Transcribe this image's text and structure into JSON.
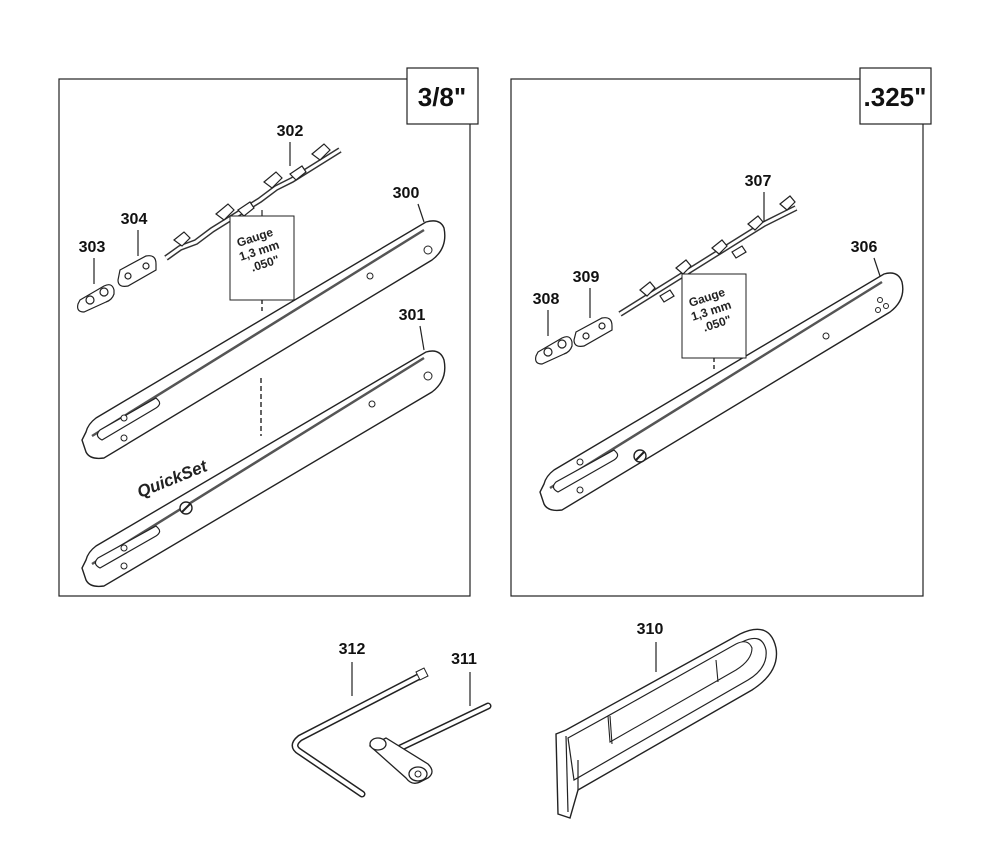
{
  "panels": {
    "left": {
      "pitch": "3/8\""
    },
    "right": {
      "pitch": ".325\""
    }
  },
  "parts": {
    "p300": "300",
    "p301": "301",
    "p302": "302",
    "p303": "303",
    "p304": "304",
    "p306": "306",
    "p307": "307",
    "p308": "308",
    "p309": "309",
    "p310": "310",
    "p311": "311",
    "p312": "312"
  },
  "gauge_label": {
    "line1": "Gauge",
    "line2": "1,3 mm",
    "line3": ".050\""
  },
  "bar_brand": "QuickSet"
}
